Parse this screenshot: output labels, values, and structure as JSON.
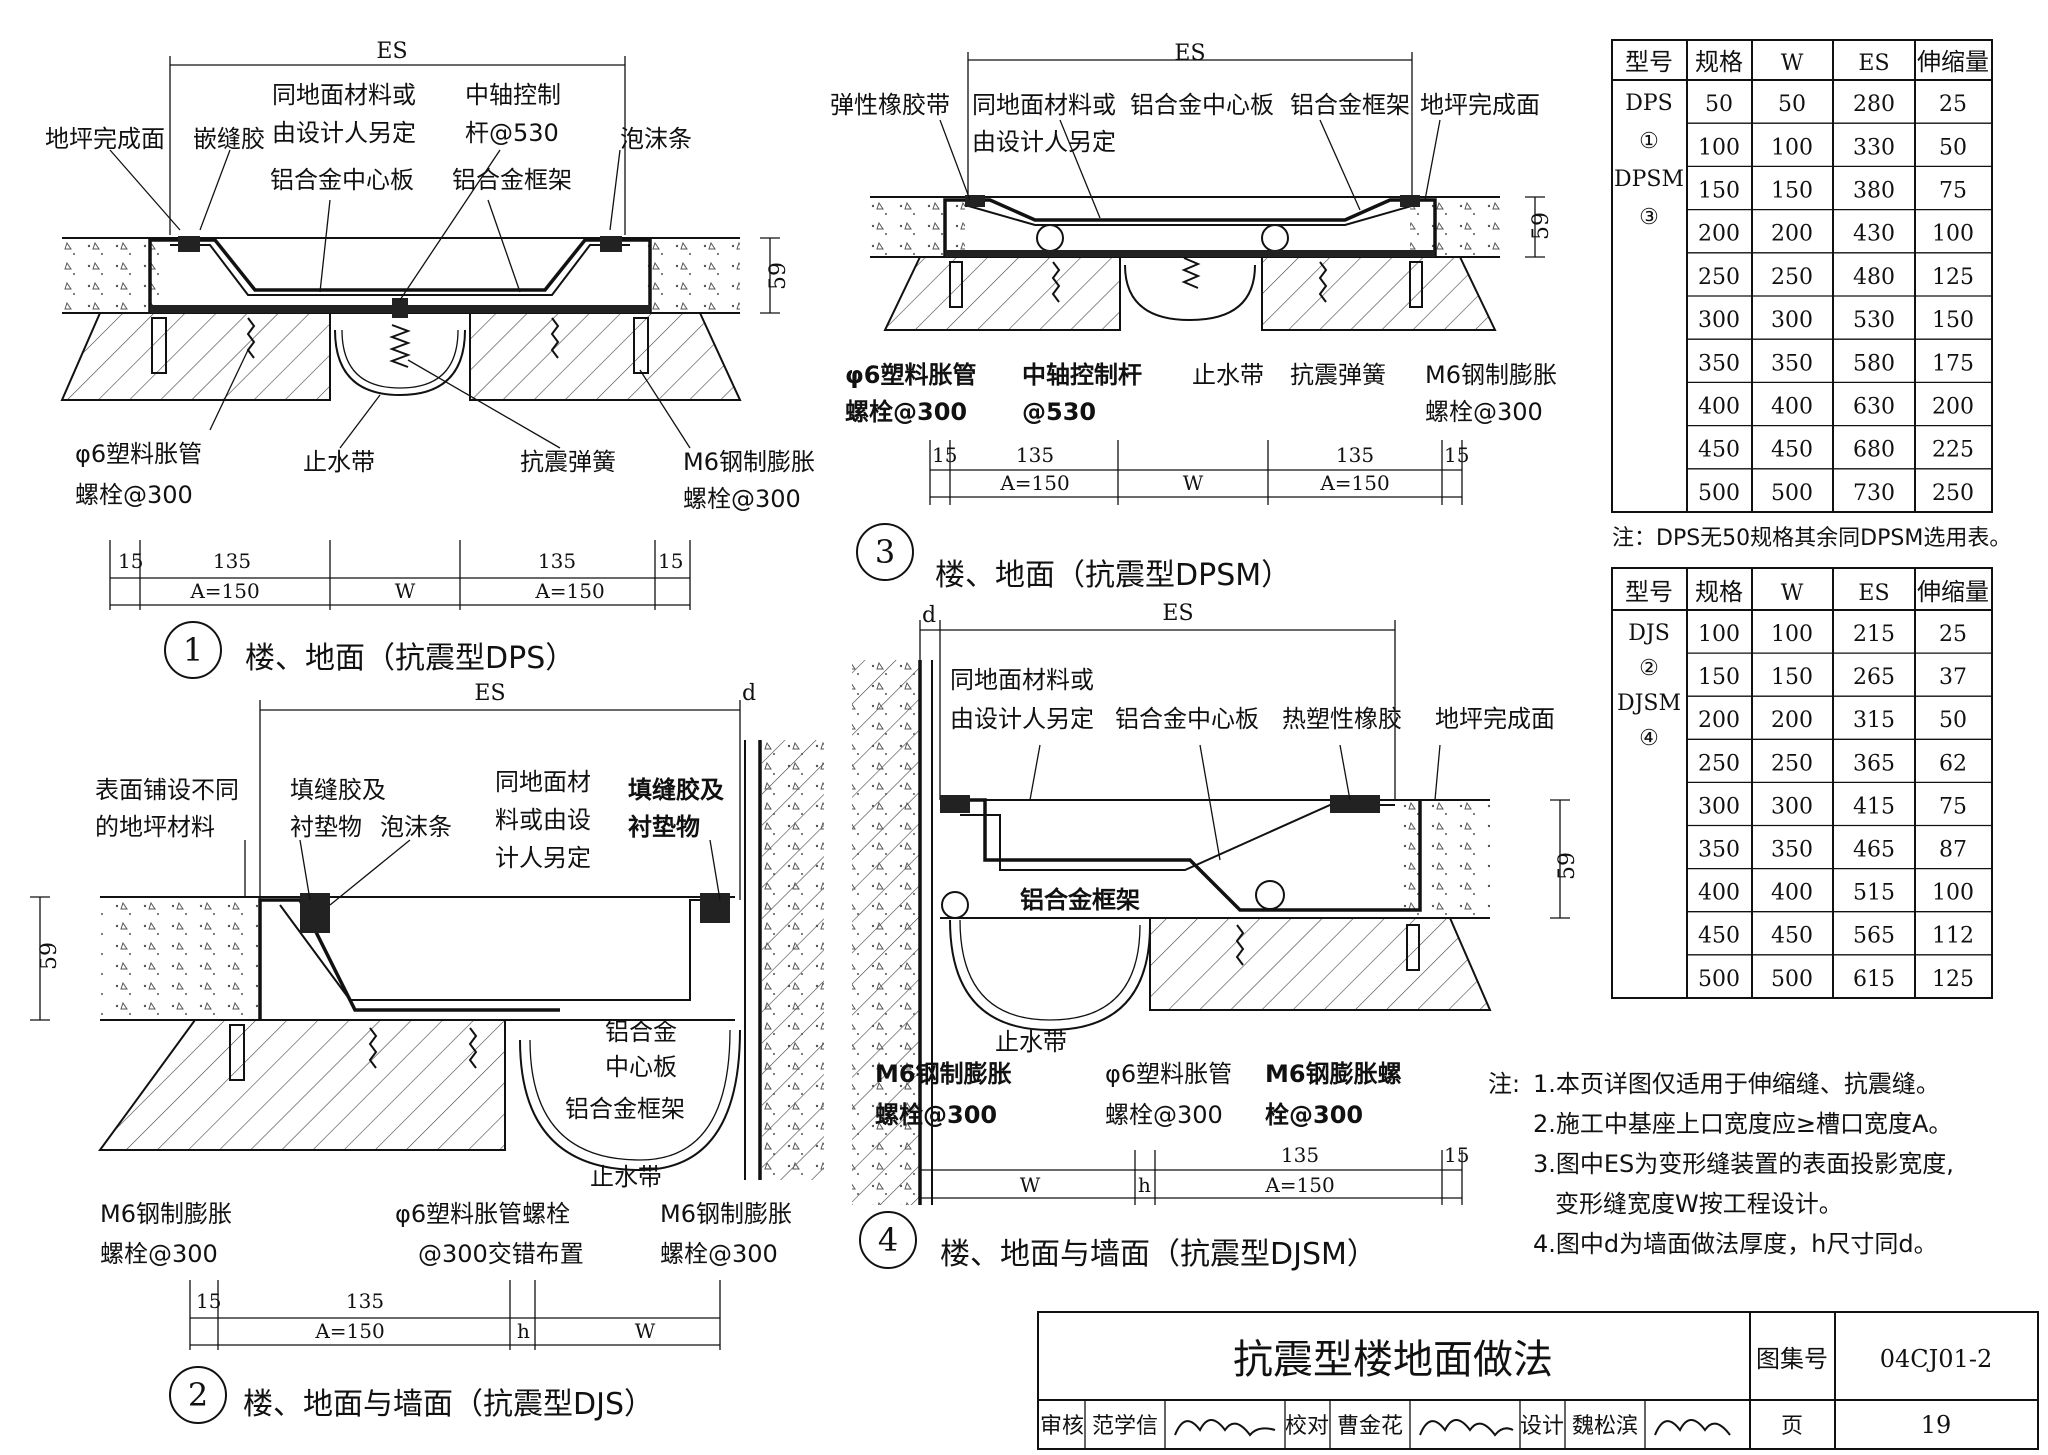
{
  "detail1": {
    "number": "1",
    "title": "楼、地面（抗震型DPS）",
    "labels": {
      "es": "ES",
      "floor_surface": "地坪完成面",
      "sealant": "嵌缝胶",
      "same_material": "同地面材料或",
      "designer_set": "由设计人另定",
      "center_rod": "中轴控制",
      "rod_spacing": "杆@530",
      "foam": "泡沫条",
      "center_plate": "铝合金中心板",
      "frame": "铝合金框架",
      "dim_59": "59",
      "anchor_pipe": "φ6塑料胀管",
      "anchor_bolt": "螺栓@300",
      "waterstop": "止水带",
      "spring": "抗震弹簧",
      "steel_anchor": "M6钢制膨胀",
      "steel_bolt": "螺栓@300",
      "dim_15": "15",
      "dim_135": "135",
      "dim_a": "A=150",
      "dim_w": "W"
    }
  },
  "detail2": {
    "number": "2",
    "title": "楼、地面与墙面（抗震型DJS）",
    "labels": {
      "es": "ES",
      "d": "d",
      "surface_diff": "表面铺设不同",
      "floor_material": "的地坪材料",
      "filler": "填缝胶及",
      "backing": "衬垫物",
      "foam": "泡沫条",
      "same_material_1": "同地面材",
      "same_material_2": "料或由设",
      "same_material_3": "计人另定",
      "filler_r": "填缝胶及",
      "backing_r": "衬垫物",
      "dim_59": "59",
      "center_plate_1": "铝合金",
      "center_plate_2": "中心板",
      "frame": "铝合金框架",
      "waterstop": "止水带",
      "steel_anchor_l": "M6钢制膨胀",
      "steel_bolt_l": "螺栓@300",
      "pipe_bolt_1": "φ6塑料胀管螺栓",
      "pipe_bolt_2": "@300交错布置",
      "steel_anchor_r": "M6钢制膨胀",
      "steel_bolt_r": "螺栓@300",
      "dim_15": "15",
      "dim_135": "135",
      "dim_a": "A=150",
      "dim_h": "h",
      "dim_w": "W"
    }
  },
  "detail3": {
    "number": "3",
    "title": "楼、地面（抗震型DPSM）",
    "labels": {
      "es": "ES",
      "rubber": "弹性橡胶带",
      "designer": "由设计人另定",
      "same_material": "同地面材料或",
      "center_plate": "铝合金中心板",
      "frame": "铝合金框架",
      "floor_surface": "地坪完成面",
      "dim_59": "59",
      "pipe": "φ6塑料胀管",
      "pipe_bolt": "螺栓@300",
      "center_rod": "中轴控制杆",
      "rod_spacing": "@530",
      "waterstop": "止水带",
      "spring": "抗震弹簧",
      "steel_anchor": "M6钢制膨胀",
      "steel_bolt": "螺栓@300",
      "dim_15": "15",
      "dim_135": "135",
      "dim_a": "A=150",
      "dim_w": "W"
    }
  },
  "detail4": {
    "number": "4",
    "title": "楼、地面与墙面（抗震型DJSM）",
    "labels": {
      "d": "d",
      "es": "ES",
      "same_material": "同地面材料或",
      "designer": "由设计人另定",
      "center_plate": "铝合金中心板",
      "rubber": "热塑性橡胶",
      "floor_surface": "地坪完成面",
      "dim_59": "59",
      "frame": "铝合金框架",
      "waterstop": "止水带",
      "steel_anchor_l": "M6钢制膨胀",
      "steel_bolt_l": "螺栓@300",
      "pipe": "φ6塑料胀管",
      "pipe_bolt": "螺栓@300",
      "steel_anchor_r": "M6钢膨胀螺",
      "steel_bolt_r": "栓@300",
      "dim_135": "135",
      "dim_15": "15",
      "dim_a": "A=150",
      "dim_w": "W",
      "dim_h": "h"
    }
  },
  "table1": {
    "headers": [
      "型号",
      "规格",
      "W",
      "ES",
      "伸缩量"
    ],
    "model_label": [
      "DPS",
      "①",
      "DPSM",
      "③"
    ],
    "rows": [
      [
        "50",
        "50",
        "280",
        "25"
      ],
      [
        "100",
        "100",
        "330",
        "50"
      ],
      [
        "150",
        "150",
        "380",
        "75"
      ],
      [
        "200",
        "200",
        "430",
        "100"
      ],
      [
        "250",
        "250",
        "480",
        "125"
      ],
      [
        "300",
        "300",
        "530",
        "150"
      ],
      [
        "350",
        "350",
        "580",
        "175"
      ],
      [
        "400",
        "400",
        "630",
        "200"
      ],
      [
        "450",
        "450",
        "680",
        "225"
      ],
      [
        "500",
        "500",
        "730",
        "250"
      ]
    ],
    "note": "注：DPS无50规格其余同DPSM选用表。"
  },
  "table2": {
    "headers": [
      "型号",
      "规格",
      "W",
      "ES",
      "伸缩量"
    ],
    "model_label": [
      "DJS",
      "②",
      "DJSM",
      "④"
    ],
    "rows": [
      [
        "100",
        "100",
        "215",
        "25"
      ],
      [
        "150",
        "150",
        "265",
        "37"
      ],
      [
        "200",
        "200",
        "315",
        "50"
      ],
      [
        "250",
        "250",
        "365",
        "62"
      ],
      [
        "300",
        "300",
        "415",
        "75"
      ],
      [
        "350",
        "350",
        "465",
        "87"
      ],
      [
        "400",
        "400",
        "515",
        "100"
      ],
      [
        "450",
        "450",
        "565",
        "112"
      ],
      [
        "500",
        "500",
        "615",
        "125"
      ]
    ]
  },
  "notes": {
    "prefix": "注:",
    "items": [
      "1.本页详图仅适用于伸缩缝、抗震缝。",
      "2.施工中基座上口宽度应≥槽口宽度A。",
      "3.图中ES为变形缝装置的表面投影宽度,",
      "变形缝宽度W按工程设计。",
      "4.图中d为墙面做法厚度，h尺寸同d。"
    ]
  },
  "titleblock": {
    "title": "抗震型楼地面做法",
    "atlas_label": "图集号",
    "atlas_no": "04CJ01-2",
    "review_label": "审核",
    "reviewer": "范学信",
    "check_label": "校对",
    "checker": "曹金花",
    "design_label": "设计",
    "designer": "魏松滨",
    "page_label": "页",
    "page_no": "19"
  }
}
